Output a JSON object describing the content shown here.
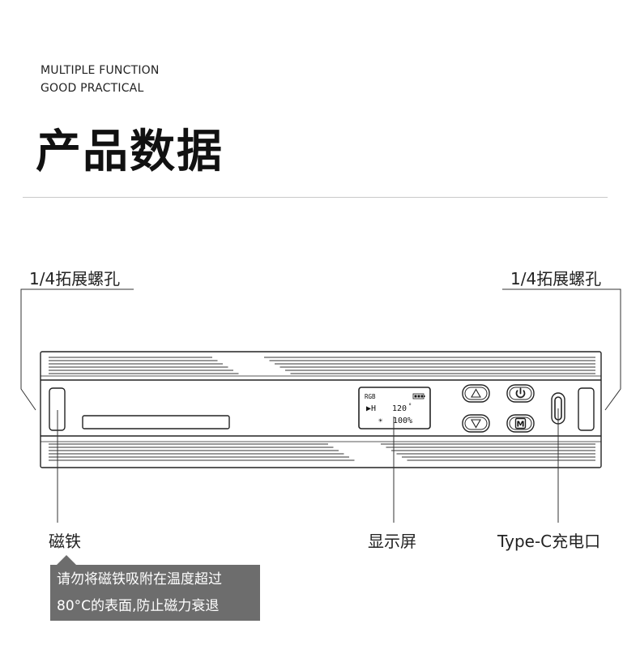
{
  "header": {
    "tagline_1": "MULTIPLE FUNCTION",
    "tagline_2": "GOOD PRACTICAL",
    "title": "产品数据"
  },
  "labels": {
    "left_screw": "1/4拓展螺孔",
    "right_screw": "1/4拓展螺孔",
    "magnet": "磁铁",
    "display": "显示屏",
    "typec": "Type-C充电口"
  },
  "notice": {
    "line_1": "请勿将磁铁吸附在温度超过",
    "line_2": "80°C的表面,防止磁力衰退"
  },
  "screen": {
    "mode": "RGB",
    "hue_prefix": "▶H",
    "hue_value": "120",
    "hue_unit": "°",
    "brightness_prefix": "☀",
    "brightness_value": "100%"
  },
  "buttons": {
    "up_icon": "triangle-up-icon",
    "down_icon": "triangle-down-icon",
    "power_icon": "power-icon",
    "menu_label": "M"
  },
  "colors": {
    "line": "#222222",
    "notice_bg": "#6d6d6d",
    "divider": "#c9c9c9"
  }
}
